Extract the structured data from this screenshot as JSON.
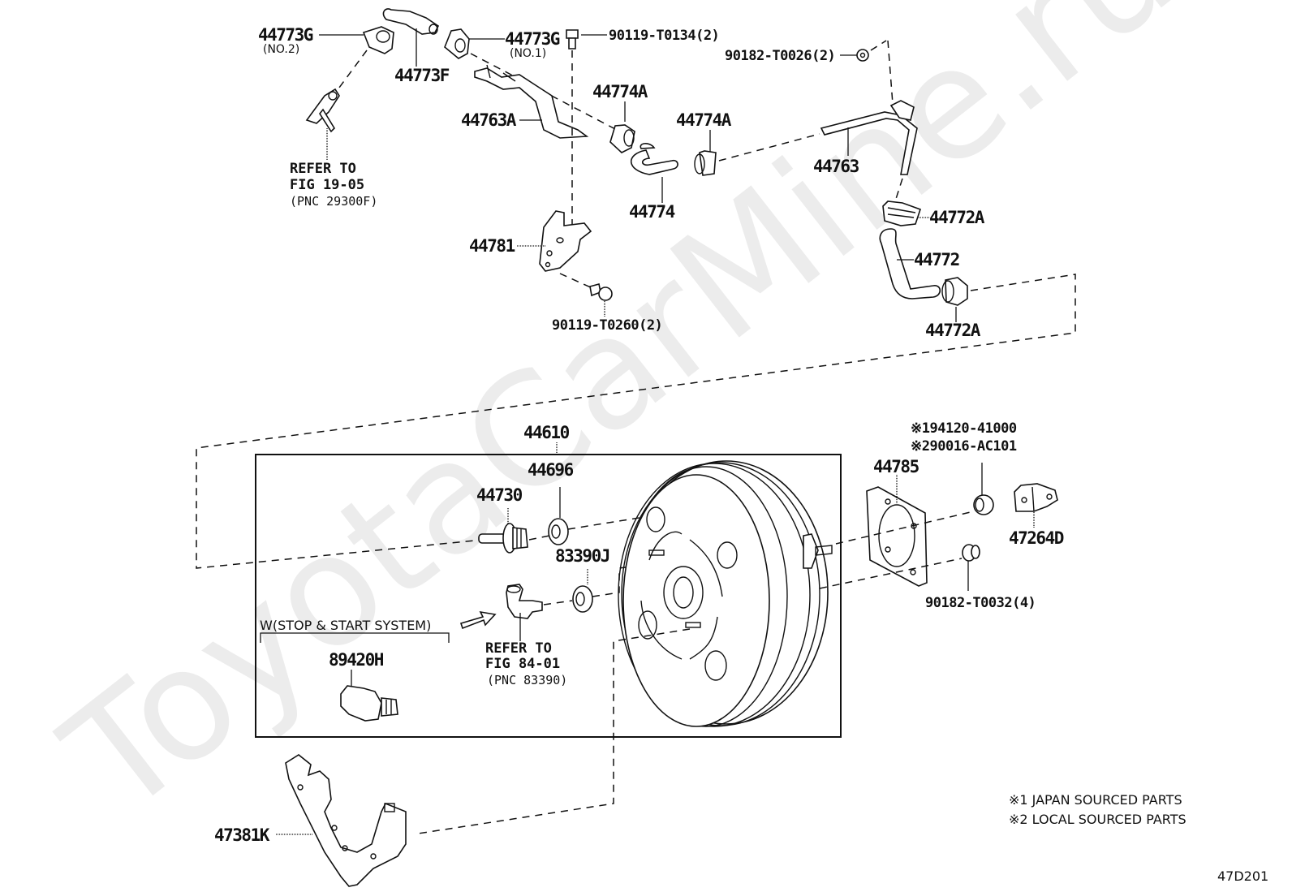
{
  "watermark": "ToyotaCarMine.ru",
  "diagram_code": "47D201",
  "parts": {
    "p44773G_no2": {
      "number": "44773G",
      "sub": "(NO.2)"
    },
    "p44773F": {
      "number": "44773F"
    },
    "p44773G_no1": {
      "number": "44773G",
      "sub": "(NO.1)"
    },
    "p90119_T0134": {
      "number": "90119-T0134(2)"
    },
    "p90182_T0026": {
      "number": "90182-T0026(2)"
    },
    "p44763A": {
      "number": "44763A"
    },
    "p44774A_1": {
      "number": "44774A"
    },
    "p44774A_2": {
      "number": "44774A"
    },
    "p44763": {
      "number": "44763"
    },
    "p44774": {
      "number": "44774"
    },
    "p44781": {
      "number": "44781"
    },
    "p90119_T0260": {
      "number": "90119-T0260(2)"
    },
    "p44772A_1": {
      "number": "44772A"
    },
    "p44772": {
      "number": "44772"
    },
    "p44772A_2": {
      "number": "44772A"
    },
    "p44610": {
      "number": "44610"
    },
    "p44696": {
      "number": "44696"
    },
    "p44730": {
      "number": "44730"
    },
    "p83390J": {
      "number": "83390J"
    },
    "p89420H": {
      "number": "89420H"
    },
    "p44785": {
      "number": "44785"
    },
    "p94120_41000": {
      "number": "94120-41000",
      "mark": "※1"
    },
    "p90016_AC101": {
      "number": "90016-AC101",
      "mark": "※2"
    },
    "p47264D": {
      "number": "47264D"
    },
    "p90182_T0032": {
      "number": "90182-T0032(4)"
    },
    "p47381K": {
      "number": "47381K"
    }
  },
  "refs": {
    "fig19": {
      "line1": "REFER TO",
      "line2": "FIG 19-05",
      "line3": "(PNC 29300F)"
    },
    "fig84": {
      "line1": "REFER TO",
      "line2": "FIG 84-01",
      "line3": "(PNC 83390)"
    }
  },
  "group_label": "W(STOP & START SYSTEM)",
  "legend": {
    "note1": "※1 JAPAN SOURCED PARTS",
    "note2": "※2 LOCAL SOURCED PARTS"
  }
}
